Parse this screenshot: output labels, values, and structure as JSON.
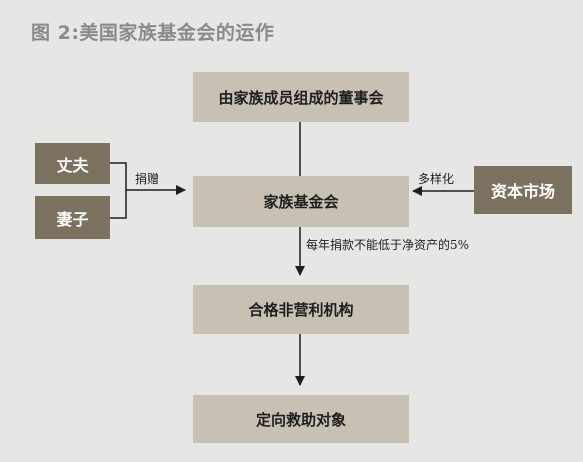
{
  "title": "图 2:美国家族基金会的运作",
  "nodes": {
    "board": "由家族成员组成的董事会",
    "foundation": "家族基金会",
    "husband": "丈夫",
    "wife": "妻子",
    "capital_market": "资本市场",
    "charity": "合格非营利机构",
    "target": "定向救助对象"
  },
  "edges": {
    "donation": "捐赠",
    "diversified": "多样化",
    "annual_donation": "每年捐款不能低于净资产的5%"
  },
  "colors": {
    "background": "#e6e6e4",
    "box_light": "#c8c1b3",
    "box_dark": "#7c705f",
    "title": "#8a8a88",
    "line": "#1e1e1e"
  }
}
